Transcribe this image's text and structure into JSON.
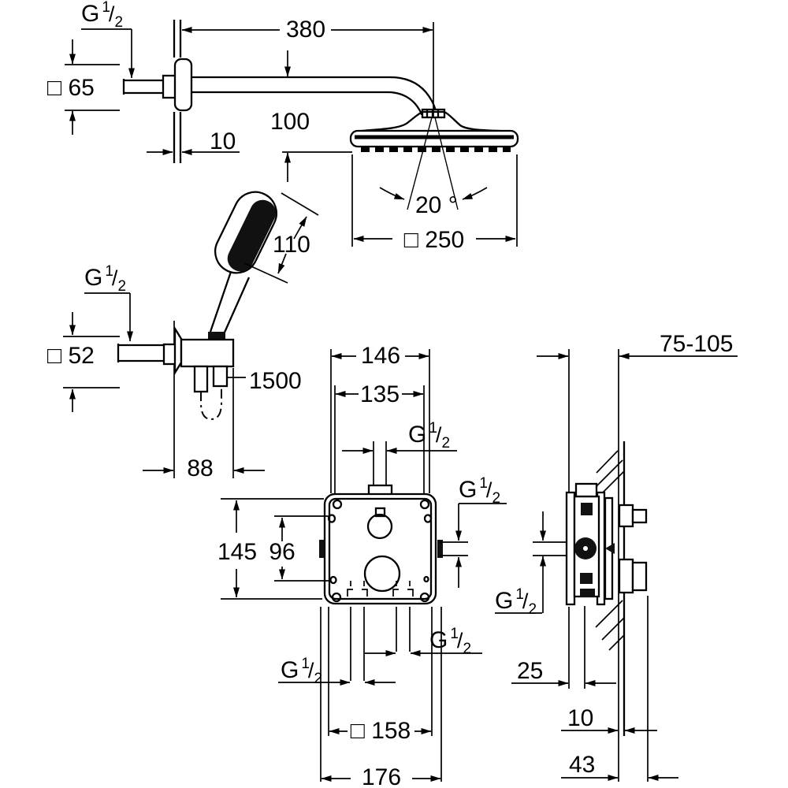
{
  "page": {
    "background": "#ffffff",
    "ink": "#000000"
  },
  "thread": {
    "g": "G",
    "sup": "1",
    "slash": "/",
    "sub": "2"
  },
  "dimensions": {
    "arm_thread_square": "□ 65",
    "arm_wall_offset": "10",
    "arm_length": "380",
    "head_to_arm_drop": "100",
    "head_spray_angle": "20 °",
    "head_size": "□ 250",
    "handshower_head_length": "110",
    "holder_square": "□ 52",
    "hose_length": "1500",
    "holder_depth": "88",
    "box_top_width": "146",
    "box_inner_width": "135",
    "box_height": "145",
    "box_hole_spacing": "96",
    "trim_plate_square": "□ 158",
    "box_outer_width": "176",
    "install_depth_range": "75-105",
    "trim_depth": "25",
    "wall_thickness": "10",
    "valve_body_depth": "43"
  }
}
